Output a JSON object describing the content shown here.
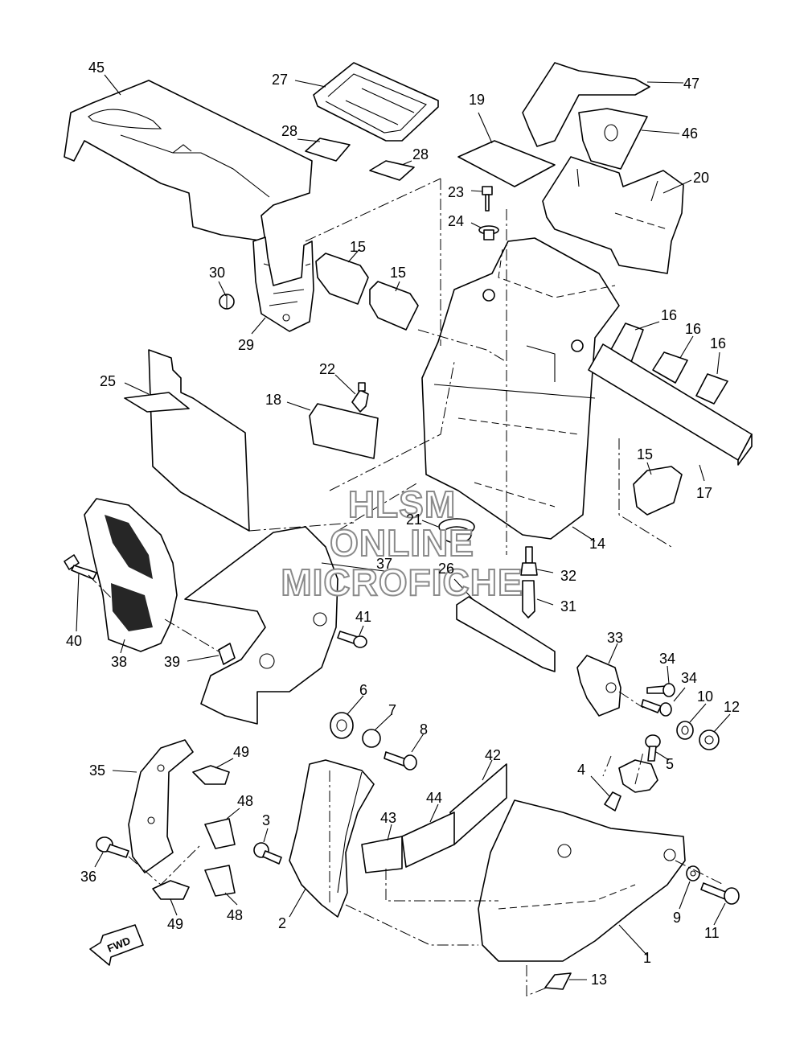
{
  "watermark": {
    "line1": "HLSM",
    "line2": "ONLINE",
    "line3": "MICROFICHE"
  },
  "direction_badge": "FWD",
  "part_labels": [
    {
      "id": "45",
      "text": "45"
    },
    {
      "id": "27",
      "text": "27"
    },
    {
      "id": "47",
      "text": "47"
    },
    {
      "id": "19",
      "text": "19"
    },
    {
      "id": "46",
      "text": "46"
    },
    {
      "id": "28a",
      "text": "28"
    },
    {
      "id": "28b",
      "text": "28"
    },
    {
      "id": "23",
      "text": "23"
    },
    {
      "id": "20",
      "text": "20"
    },
    {
      "id": "24",
      "text": "24"
    },
    {
      "id": "15a",
      "text": "15"
    },
    {
      "id": "15b",
      "text": "15"
    },
    {
      "id": "30",
      "text": "30"
    },
    {
      "id": "29",
      "text": "29"
    },
    {
      "id": "16a",
      "text": "16"
    },
    {
      "id": "16b",
      "text": "16"
    },
    {
      "id": "16c",
      "text": "16"
    },
    {
      "id": "22",
      "text": "22"
    },
    {
      "id": "25",
      "text": "25"
    },
    {
      "id": "18",
      "text": "18"
    },
    {
      "id": "15c",
      "text": "15"
    },
    {
      "id": "17",
      "text": "17"
    },
    {
      "id": "21",
      "text": "21"
    },
    {
      "id": "14",
      "text": "14"
    },
    {
      "id": "37",
      "text": "37"
    },
    {
      "id": "26",
      "text": "26"
    },
    {
      "id": "32",
      "text": "32"
    },
    {
      "id": "31",
      "text": "31"
    },
    {
      "id": "40",
      "text": "40"
    },
    {
      "id": "41",
      "text": "41"
    },
    {
      "id": "38",
      "text": "38"
    },
    {
      "id": "39",
      "text": "39"
    },
    {
      "id": "33",
      "text": "33"
    },
    {
      "id": "34a",
      "text": "34"
    },
    {
      "id": "34b",
      "text": "34"
    },
    {
      "id": "6",
      "text": "6"
    },
    {
      "id": "7",
      "text": "7"
    },
    {
      "id": "10",
      "text": "10"
    },
    {
      "id": "12",
      "text": "12"
    },
    {
      "id": "8",
      "text": "8"
    },
    {
      "id": "5",
      "text": "5"
    },
    {
      "id": "49a",
      "text": "49"
    },
    {
      "id": "35",
      "text": "35"
    },
    {
      "id": "42",
      "text": "42"
    },
    {
      "id": "4",
      "text": "4"
    },
    {
      "id": "48a",
      "text": "48"
    },
    {
      "id": "44",
      "text": "44"
    },
    {
      "id": "3",
      "text": "3"
    },
    {
      "id": "43",
      "text": "43"
    },
    {
      "id": "36",
      "text": "36"
    },
    {
      "id": "9",
      "text": "9"
    },
    {
      "id": "48b",
      "text": "48"
    },
    {
      "id": "2",
      "text": "2"
    },
    {
      "id": "49b",
      "text": "49"
    },
    {
      "id": "11",
      "text": "11"
    },
    {
      "id": "1",
      "text": "1"
    },
    {
      "id": "13",
      "text": "13"
    }
  ]
}
